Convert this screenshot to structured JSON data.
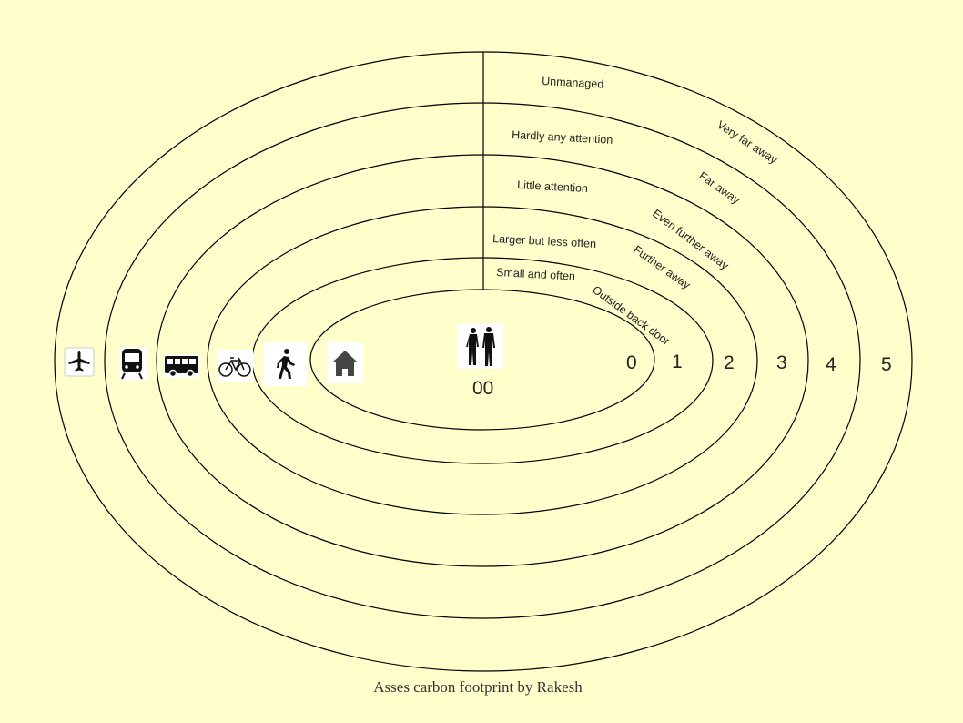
{
  "title": "Asses carbon footprint by Rakesh",
  "center_label": "00",
  "ring_numbers": [
    "0",
    "1",
    "2",
    "3",
    "4",
    "5"
  ],
  "frequency_labels": [
    "Small and often",
    "Larger but less often",
    "Little attention",
    "Hardly any attention",
    "Unmanaged"
  ],
  "distance_labels": [
    "Outside back door",
    "Further away",
    "Even further away",
    "Far away",
    "Very far away"
  ],
  "icons": [
    "people-icon",
    "house-icon",
    "walking-icon",
    "bicycle-icon",
    "bus-icon",
    "train-icon",
    "airplane-icon"
  ],
  "colors": {
    "background": "#ffffcc",
    "line": "#000000"
  }
}
